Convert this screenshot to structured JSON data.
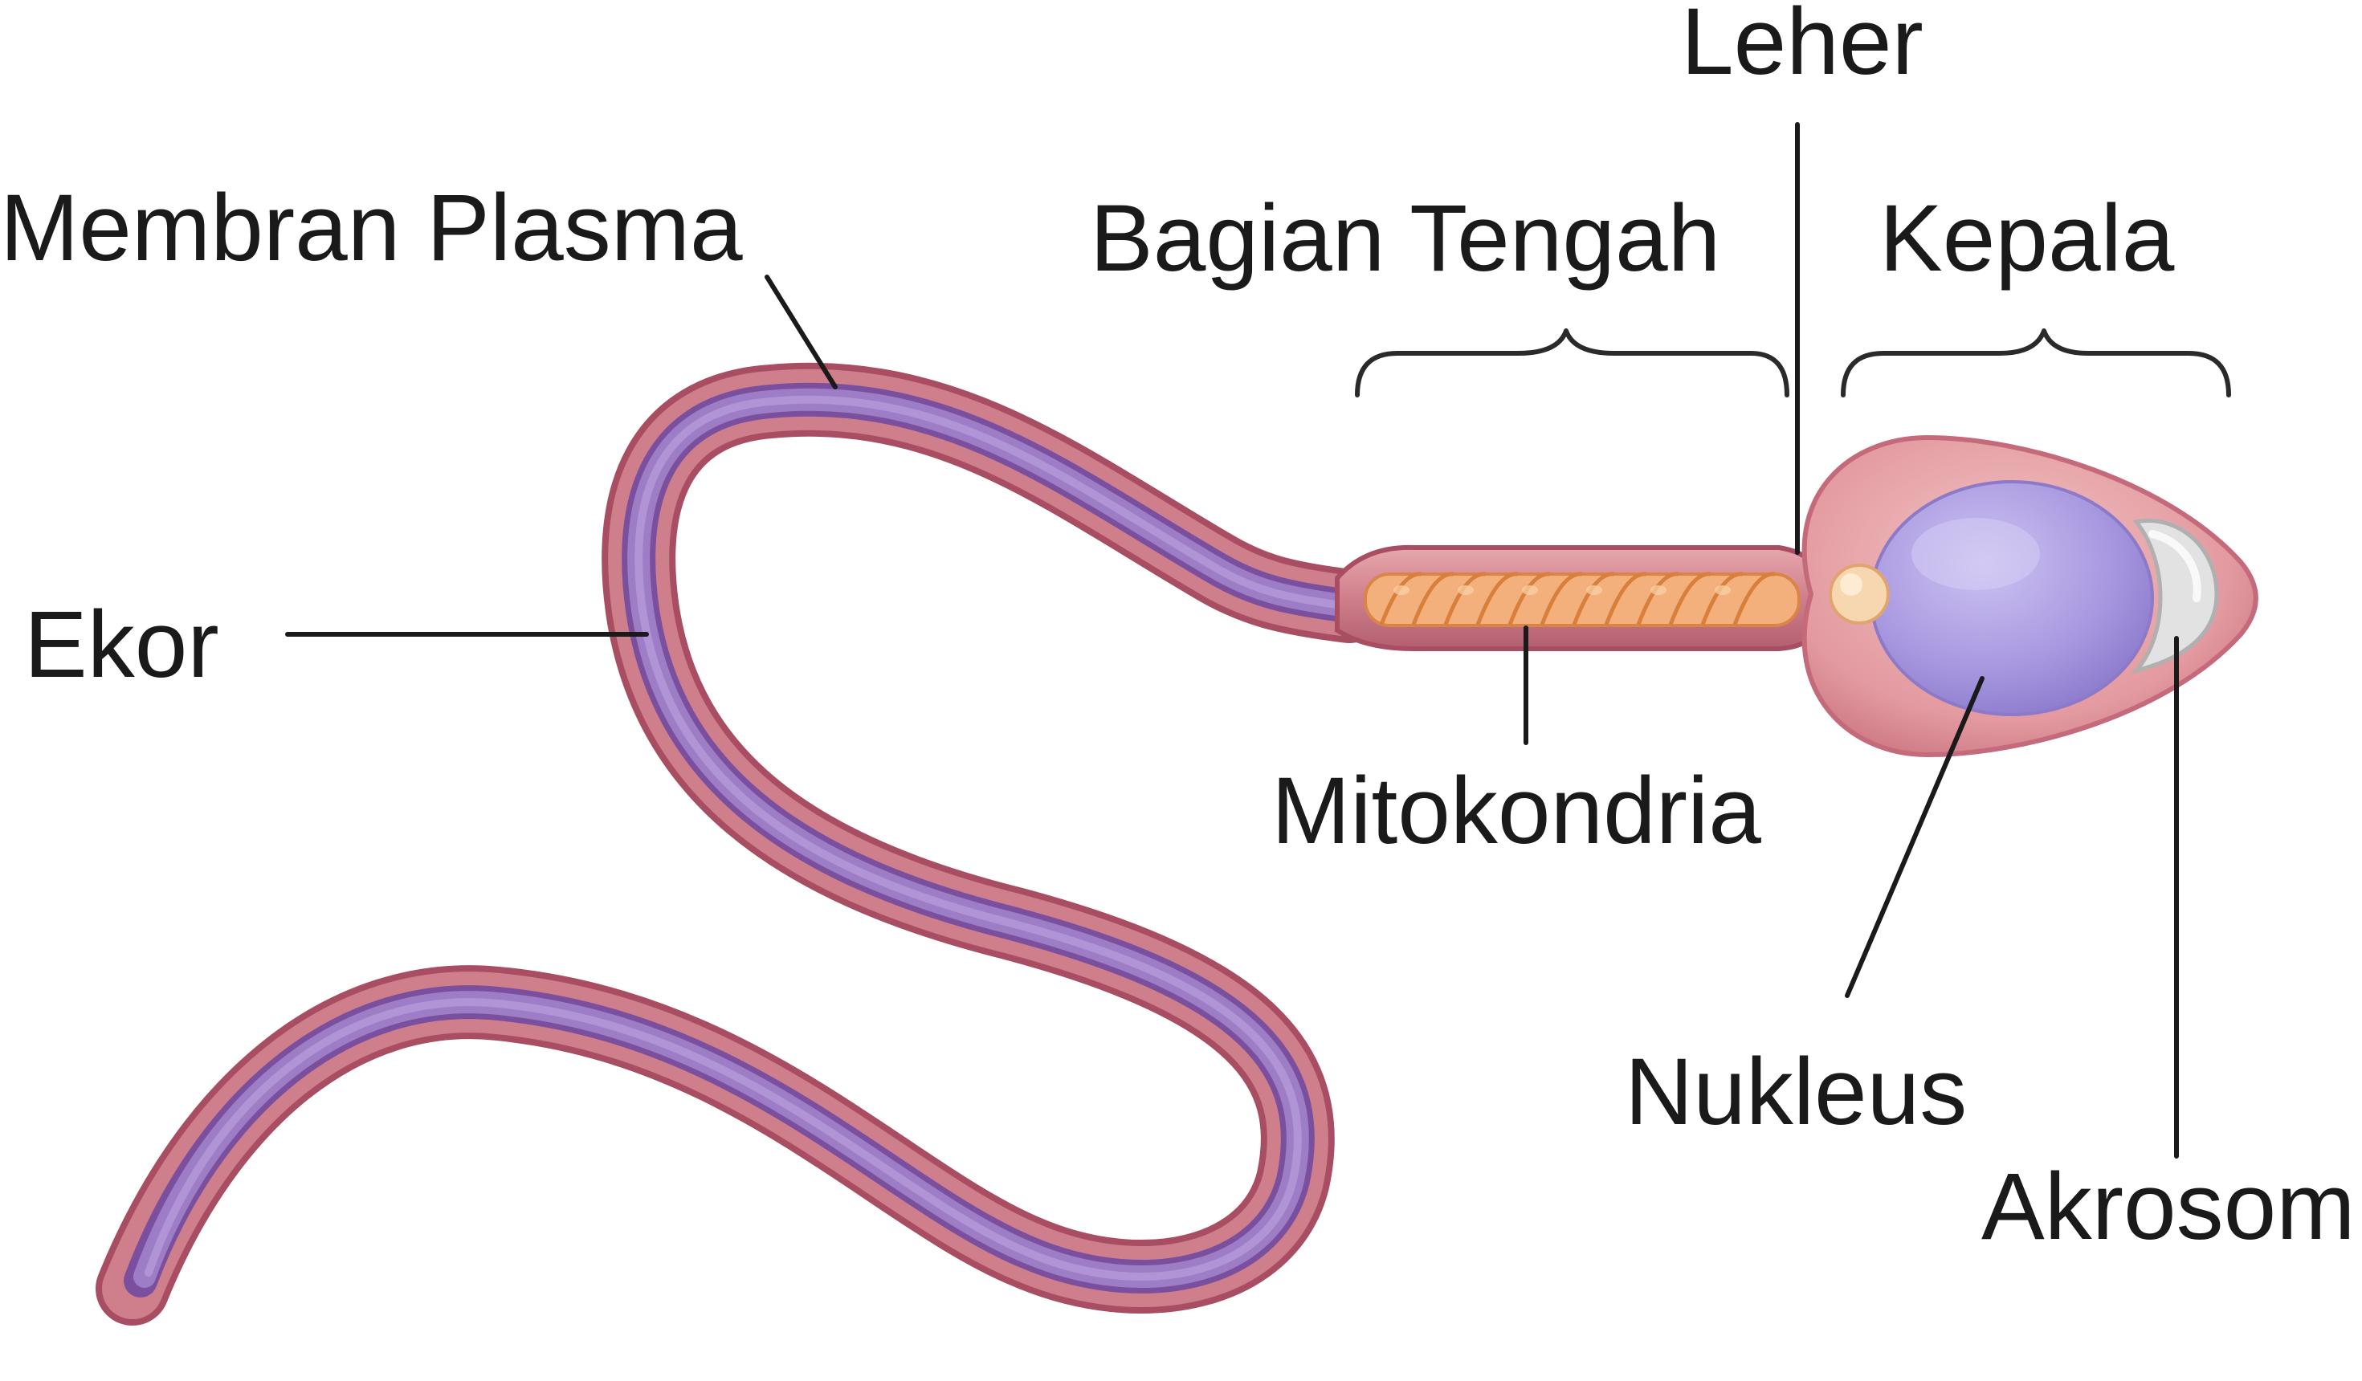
{
  "labels": {
    "membran_plasma": "Membran Plasma",
    "ekor": "Ekor",
    "leher": "Leher",
    "bagian_tengah": "Bagian Tengah",
    "kepala": "Kepala",
    "mitokondria": "Mitokondria",
    "nukleus": "Nukleus",
    "akrosom": "Akrosom"
  },
  "colors": {
    "membrane_outer": "#b85a6e",
    "membrane_fill": "#cf7f8b",
    "tail_core": "#8b6bb5",
    "tail_core_highlight": "#b89ad6",
    "mitochondria": "#f2a36b",
    "nucleus": "#a99be0",
    "head_fill": "#e7a4a8",
    "centriole": "#f6d7b0",
    "acrosome": "#dcdcdc",
    "leader_line": "#1a1a1a"
  }
}
